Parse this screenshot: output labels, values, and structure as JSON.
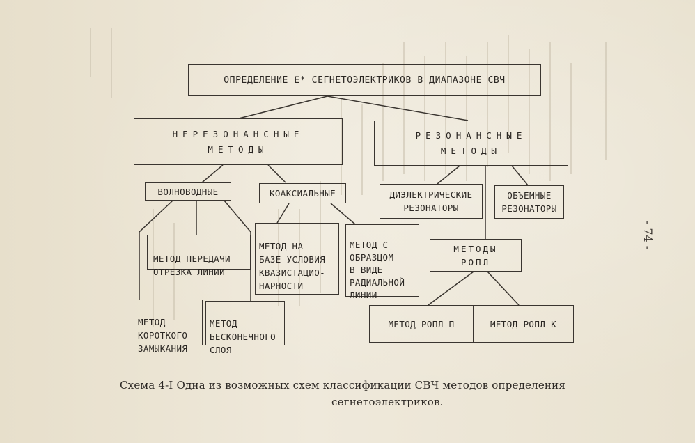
{
  "diagram": {
    "title": "ОПРЕДЕЛЕНИЕ ε* СЕГНЕТОЭЛЕКТРИКОВ В ДИАПАЗОНЕ СВЧ",
    "nonresonant": "НЕРЕЗОНАНСНЫЕ\nМЕТОДЫ",
    "resonant": "РЕЗОНАНСНЫЕ\nМЕТОДЫ",
    "waveguide": "ВОЛНОВОДНЫЕ",
    "coaxial": "КОАКСИАЛЬНЫЕ",
    "dielectric_resonators": "ДИЭЛЕКТРИЧЕСКИЕ\nРЕЗОНАТОРЫ",
    "volume_resonators": "ОБЪЕМНЫЕ\nРЕЗОНАТОРЫ",
    "transmission_line": "МЕТОД ПЕРЕДАЧИ\nОТРЕЗКА ЛИНИИ",
    "quasistatic": "МЕТОД НА\nБАЗЕ УСЛОВИЯ\nКВАЗИСТАЦИО-\nНАРНОСТИ",
    "radial_line": "МЕТОД С\nОБРАЗЦОМ\nВ ВИДЕ\nРАДИАЛЬНОЙ\nЛИНИИ",
    "ropl_methods": "МЕТОДЫ\nРОПЛ",
    "short_circuit": "МЕТОД\nКОРОТКОГО\nЗАМЫКАНИЯ",
    "infinite_layer": "МЕТОД\nБЕСКОНЕЧНОГО\nСЛОЯ",
    "ropl_p": "МЕТОД РОПЛ-П",
    "ropl_k": "МЕТОД РОПЛ-К"
  },
  "caption": {
    "line1": "Схема 4-I  Одна из возможных схем классификации СВЧ методов определения",
    "line2": "сегнетоэлектриков."
  },
  "page_number": "- 74 -"
}
